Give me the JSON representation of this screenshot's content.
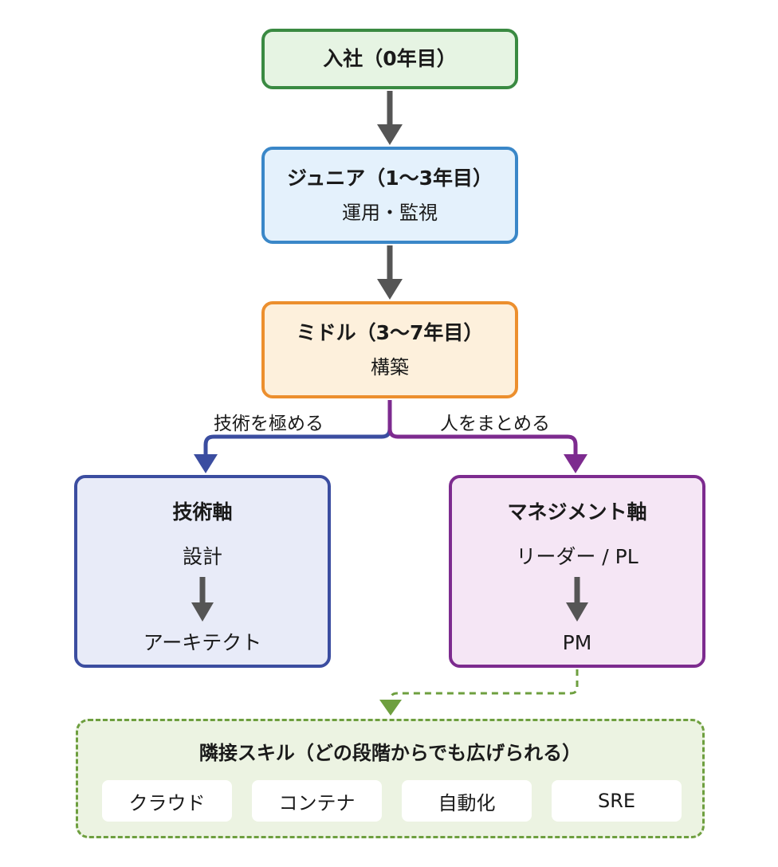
{
  "nodes": {
    "entry": {
      "title": "入社（0年目）"
    },
    "junior": {
      "title": "ジュニア（1〜3年目）",
      "subtitle": "運用・監視"
    },
    "middle": {
      "title": "ミドル（3〜7年目）",
      "subtitle": "構築"
    },
    "tech_axis": {
      "title": "技術軸",
      "step_1": "設計",
      "step_2": "アーキテクト"
    },
    "mgmt_axis": {
      "title": "マネジメント軸",
      "step_1": "リーダー / PL",
      "step_2": "PM"
    }
  },
  "branch_labels": {
    "tech": "技術を極める",
    "mgmt": "人をまとめる"
  },
  "skills": {
    "title": "隣接スキル（どの段階からでも広げられる）",
    "items": [
      "クラウド",
      "コンテナ",
      "自動化",
      "SRE"
    ]
  },
  "colors": {
    "entry": "#3a8a42",
    "junior": "#3a87c8",
    "middle": "#ec8f2e",
    "tech_axis": "#3b4da0",
    "mgmt_axis": "#7d2b8f",
    "skills": "#6e9f3f",
    "arrow": "#555555"
  }
}
